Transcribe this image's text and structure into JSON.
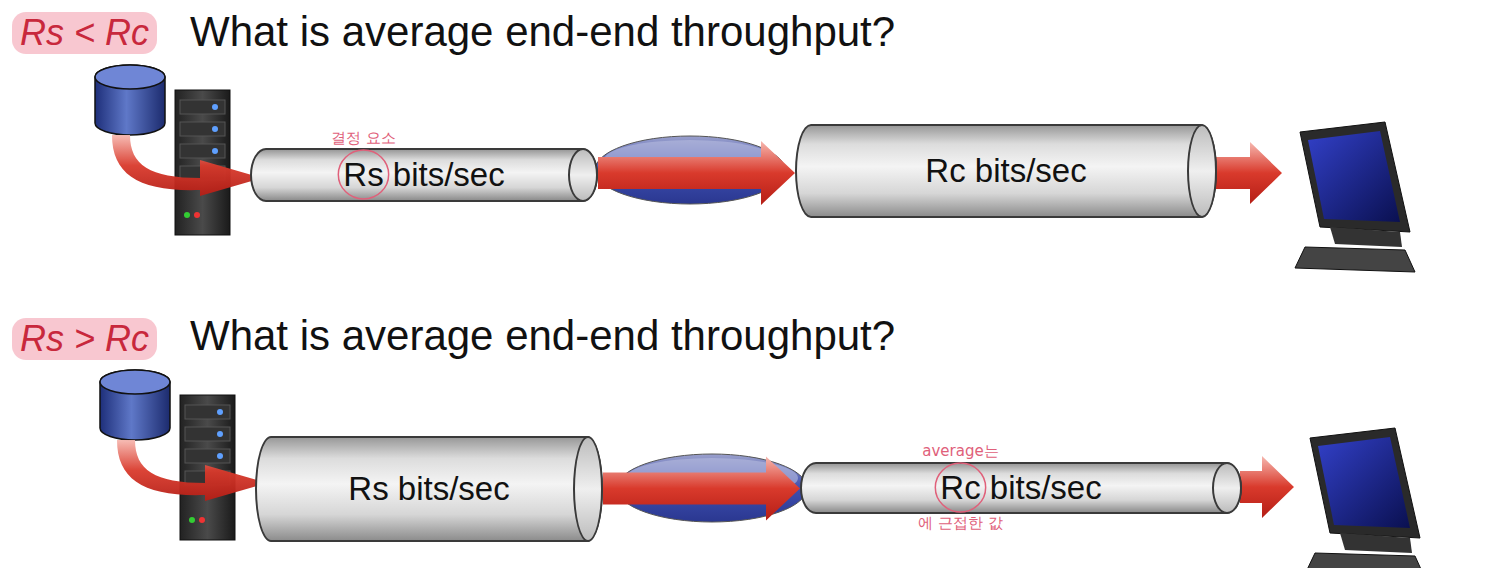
{
  "diagram": {
    "nodes": [
      {
        "text": [
          "Rs bits/sec"
        ]
      },
      {
        "text": [
          "Rc bits/sec"
        ]
      },
      {
        "text": [
          "Rs bits/sec"
        ]
      },
      {
        "text": [
          "Rc bits/sec"
        ]
      }
    ],
    "edges": [
      {
        "from": 0,
        "to": 1,
        "arrow": "to"
      },
      {
        "from": 2,
        "to": 3,
        "arrow": "to"
      }
    ],
    "labels": [
      "Rs < Rc",
      "What is average end-end throughput?",
      "결정 요소",
      "Rs > Rc",
      "What is average end-end throughput?",
      "average는",
      "에 근접한 값"
    ]
  }
}
